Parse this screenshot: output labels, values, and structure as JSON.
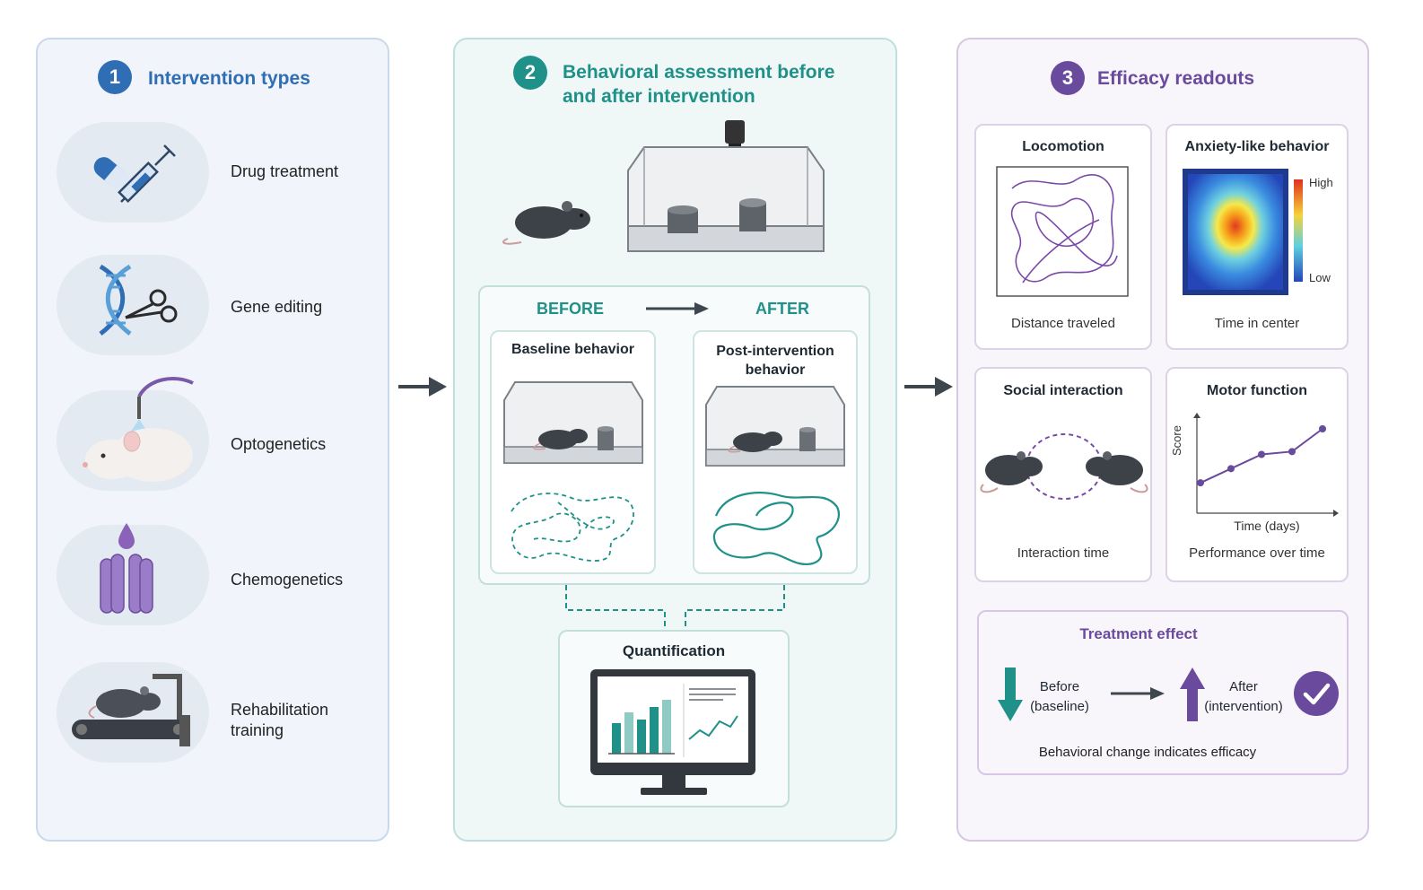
{
  "panel1": {
    "number": "1",
    "title": "Intervention types",
    "items": [
      {
        "label": "Drug treatment"
      },
      {
        "label": "Gene editing"
      },
      {
        "label": "Optogenetics"
      },
      {
        "label": "Chemogenetics"
      },
      {
        "label": "Rehabilitation\ntraining"
      }
    ]
  },
  "panel2": {
    "number": "2",
    "title": "Behavioral assessment before\nand after intervention",
    "before_label": "BEFORE",
    "after_label": "AFTER",
    "baseline_title": "Baseline behavior",
    "post_title": "Post-intervention\nbehavior",
    "quant_title": "Quantification"
  },
  "panel3": {
    "number": "3",
    "title": "Efficacy readouts",
    "cards": {
      "locomotion": {
        "title": "Locomotion",
        "caption": "Distance traveled"
      },
      "anxiety": {
        "title": "Anxiety-like behavior",
        "caption": "Time in center",
        "scale_high": "High",
        "scale_low": "Low"
      },
      "social": {
        "title": "Social interaction",
        "caption": "Interaction time"
      },
      "motor": {
        "title": "Motor function",
        "caption": "Performance over time",
        "y_label": "Score",
        "x_label": "Time (days)"
      }
    },
    "treatment": {
      "title": "Treatment effect",
      "before": "Before\n(baseline)",
      "after": "After\n(intervention)",
      "footer": "Behavioral change indicates efficacy"
    }
  },
  "colors": {
    "blue": "#2f6eb5",
    "teal": "#1f9189",
    "purple": "#6a4a9c",
    "panel1_bg": "#f1f5fb",
    "panel2_bg": "#f0f7f7",
    "panel3_bg": "#f8f5fb"
  },
  "motor_chart": {
    "type": "line",
    "values": [
      1,
      2,
      3,
      3.2,
      4.8
    ]
  }
}
